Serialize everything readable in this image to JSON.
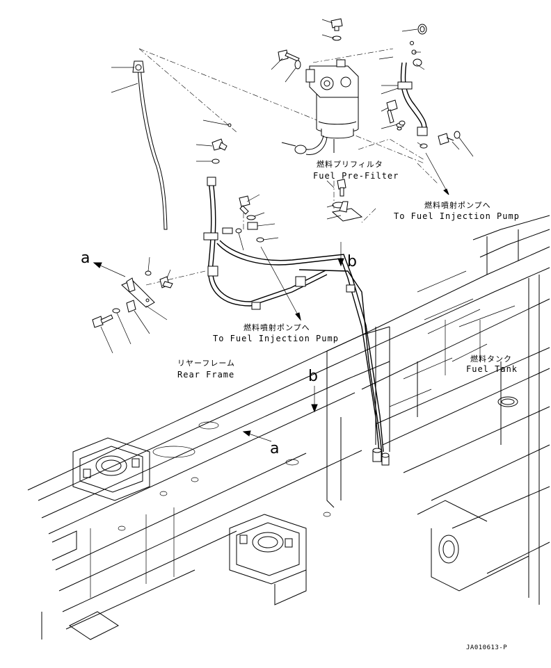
{
  "labels": {
    "prefilter_jp": "燃料プリフィルタ",
    "prefilter_en": "Fuel Pre-Filter",
    "pump_top_jp": "燃料噴射ポンプへ",
    "pump_top_en": "To Fuel Injection Pump",
    "pump_mid_jp": "燃料噴射ポンプへ",
    "pump_mid_en": "To Fuel Injection Pump",
    "rear_frame_jp": "リヤーフレーム",
    "rear_frame_en": "Rear Frame",
    "fuel_tank_jp": "燃料タンク",
    "fuel_tank_en": "Fuel Tank",
    "view_a_left": "a",
    "view_a_frame": "a",
    "view_b_top": "b",
    "view_b_mid": "b",
    "drawing_code": "JA010613-P"
  }
}
